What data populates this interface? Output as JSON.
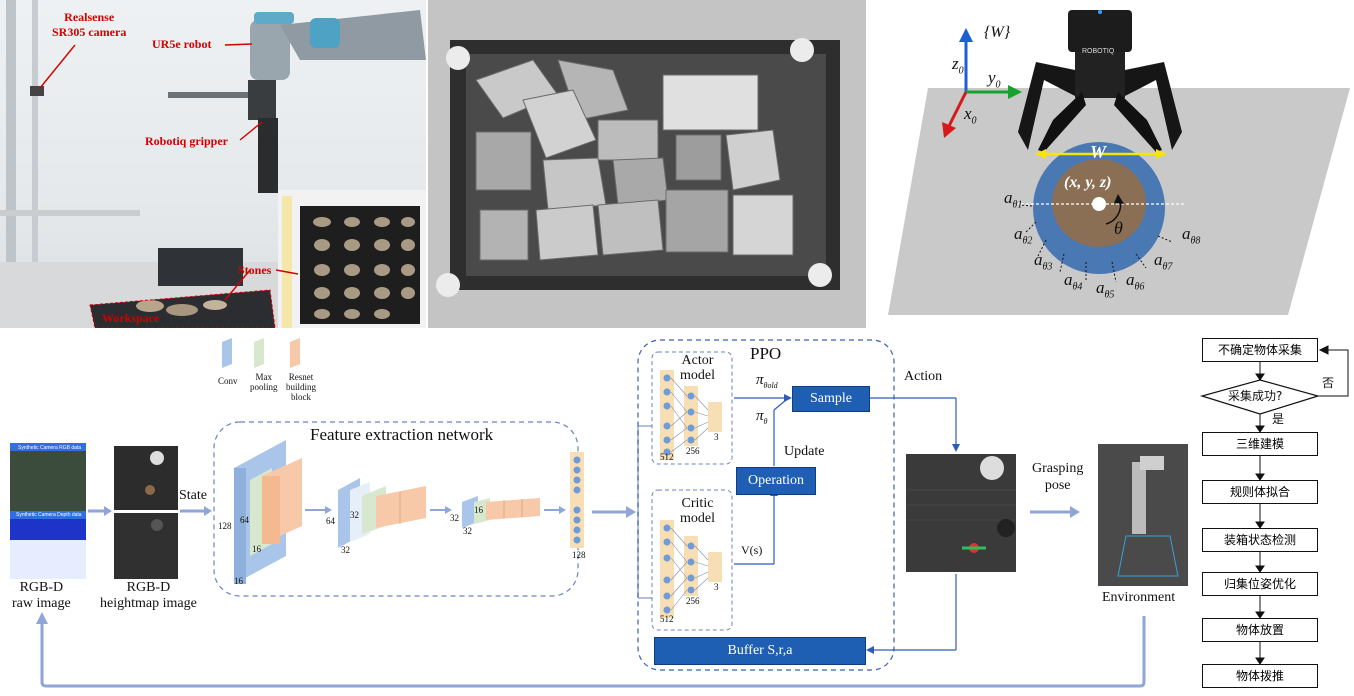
{
  "photo_labels": {
    "camera": "Realsense\nSR305 camera",
    "robot": "UR5e robot",
    "gripper": "Robotiq gripper",
    "stones": "Stones",
    "workspace": "Workspace"
  },
  "grasp": {
    "frame": "{W}",
    "z": "z",
    "y": "y",
    "x": "x",
    "sub0": "0",
    "width": "W",
    "center": "(x, y, z)",
    "theta": "θ",
    "brand": "ROBOTIQ",
    "a1": "a",
    "a2": "a",
    "a3": "a",
    "a4": "a",
    "a5": "a",
    "a6": "a",
    "a7": "a",
    "a8": "a",
    "s1": "θ1",
    "s2": "θ2",
    "s3": "θ3",
    "s4": "θ4",
    "s5": "θ5",
    "s6": "θ6",
    "s7": "θ7",
    "s8": "θ8"
  },
  "legend": {
    "conv": "Conv",
    "maxpool": "Max\npooling",
    "resnet": "Resnet\nbuilding\nblock"
  },
  "pipeline": {
    "feature_title": "Feature extraction network",
    "state": "State",
    "rgbd_raw": "RGB-D\nraw image",
    "rgbd_height": "RGB-D\nheightmap image",
    "dims": {
      "d128a": "128",
      "d64a": "64",
      "d16a": "16",
      "d16b": "16",
      "d64b": "64",
      "d32a": "32",
      "d32b": "32",
      "d32c": "32",
      "d16c": "16",
      "d32d": "32",
      "d128b": "128"
    },
    "ppo": "PPO",
    "actor": "Actor\nmodel",
    "critic": "Critic\nmodel",
    "n512a": "512",
    "n256a": "256",
    "n3a": "3",
    "n512b": "512",
    "n256b": "256",
    "n3b": "3",
    "pi_old": "π",
    "pi_old_sub": "θold",
    "pi": "π",
    "pi_sub": "θ",
    "sample": "Sample",
    "operation": "Operation",
    "update": "Update",
    "vs": "V(s)",
    "buffer": "Buffer  S,r,a",
    "action": "Action",
    "grasping_pose": "Grasping\npose",
    "environment": "Environment",
    "sim_caption1": "Synthetic Camera RGB data",
    "sim_caption2": "Synthetic Camera Depth data"
  },
  "flowchart": {
    "steps": [
      "不确定物体采集",
      "采集成功?",
      "三维建模",
      "规则体拟合",
      "装箱状态检测",
      "归集位姿优化",
      "物体放置",
      "物体拨推"
    ],
    "no": "否",
    "yes": "是"
  },
  "colors": {
    "conv": "#a9c6ea",
    "maxpool": "#d8e8cf",
    "resnet": "#f8c9a8",
    "arrow": "#8fa6d6",
    "ppo_blue": "#1f5fb3"
  }
}
